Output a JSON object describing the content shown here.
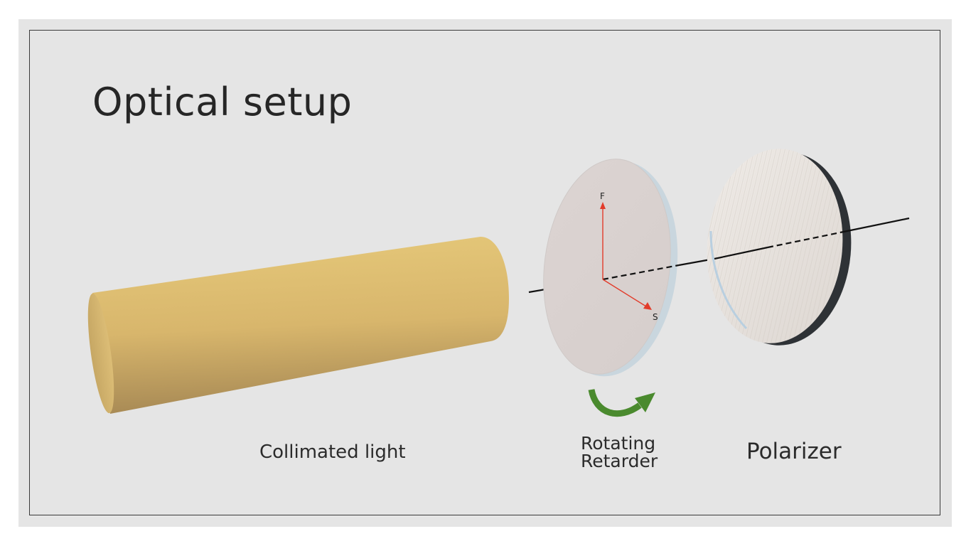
{
  "title": "Optical setup",
  "labels": {
    "collimated_light": "Collimated light",
    "rotating_retarder_line1": "Rotating",
    "rotating_retarder_line2": "Retarder",
    "polarizer": "Polarizer"
  },
  "axis_labels": {
    "fast": "F",
    "slow": "S"
  },
  "colors": {
    "slide_background": "#e5e5e5",
    "light_beam": "#dfc07a",
    "retarder": "#dcd3d1",
    "polarizer": "#ebe7e3",
    "polarizer_rim": "#2e3236",
    "axis_arrows": "#e23b2a",
    "rotation_arrow": "#4a8a2e",
    "optical_axis": "#111111"
  },
  "icons": {
    "rotation": "curved-arrow-icon"
  }
}
